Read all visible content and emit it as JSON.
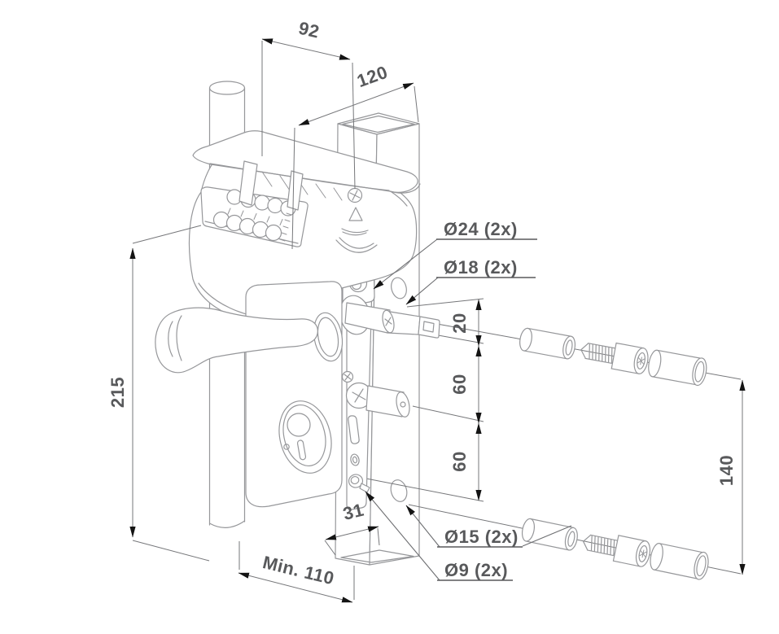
{
  "drawing": {
    "kind": "exploded-installation-diagram",
    "components": [
      "round-post",
      "square-profile-post",
      "keypad-lock-head",
      "keypad-cover-lid",
      "push-button-keypad",
      "lever-handle",
      "lock-body",
      "euro-cylinder",
      "mounting-plate",
      "spindle-shaft",
      "locking-pin",
      "spacer-tube",
      "socket-head-screw",
      "cover-cap"
    ]
  },
  "dims": {
    "d92": "92",
    "d120": "120",
    "d215": "215",
    "d20": "20",
    "d60a": "60",
    "d60b": "60",
    "d140": "140",
    "d31": "31",
    "dmin110": "Min. 110"
  },
  "callouts": {
    "c24": "Ø24 (2x)",
    "c18": "Ø18 (2x)",
    "c15": "Ø15 (2x)",
    "c9": "Ø9 (2x)"
  },
  "colors": {
    "background": "#ffffff",
    "artwork_line": "#96979a",
    "dimension_line": "#76777a",
    "arrowhead": "#141414",
    "label_text": "#58595b"
  }
}
